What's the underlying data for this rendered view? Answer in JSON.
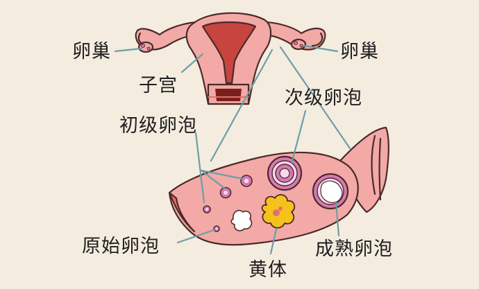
{
  "labels": {
    "ovary_left": "卵巢",
    "ovary_right": "卵巢",
    "uterus": "子宫",
    "secondary_follicle": "次级卵泡",
    "primary_follicle": "初级卵泡",
    "primordial_follicle": "原始卵泡",
    "corpus_luteum": "黄体",
    "mature_follicle": "成熟卵泡"
  },
  "colors": {
    "background": "#f4ecdf",
    "tissue": "#f3a9a6",
    "tissue_dark": "#e2716e",
    "outline": "#4a2a2a",
    "uterus_inner": "#c7443f",
    "follicle_ring": "#d779b3",
    "follicle_inner": "#f7d9ee",
    "corpus_luteum": "#f4c21b",
    "leader_line": "#6b9ea6"
  }
}
